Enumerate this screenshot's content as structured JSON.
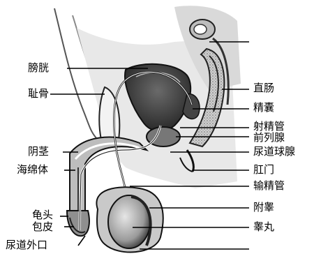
{
  "labels": {
    "bladder": "膀胱",
    "pubic_bone": "耻骨",
    "penis": "阴茎",
    "corpus_cavernosum": "海绵体",
    "glans": "龟头",
    "foreskin": "包皮",
    "urethral_meatus": "尿道外口",
    "rectum": "直肠",
    "seminal_vesicle": "精囊",
    "ejaculatory_duct": "射精管",
    "prostate": "前列腺",
    "bulbourethral_gland": "尿道球腺",
    "anus": "肛门",
    "vas_deferens": "输精管",
    "epididymis": "附睾",
    "testis": "睾丸"
  }
}
